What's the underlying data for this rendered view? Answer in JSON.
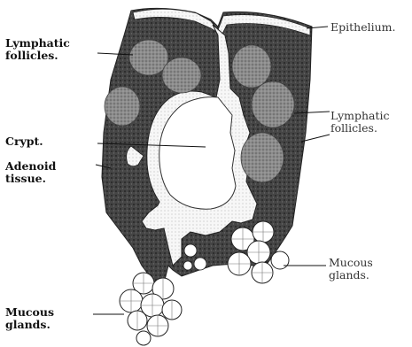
{
  "labels": {
    "lymphatic_left_1": "Lymphatic",
    "lymphatic_left_2": "follicles.",
    "crypt": "Crypt.",
    "adenoid_1": "Adenoid",
    "adenoid_2": "tissue.",
    "mucous_left_1": "Mucous",
    "mucous_left_2": "glands.",
    "epithelium": "Epithelium.",
    "lymphatic_right_1": "Lymphatic",
    "lymphatic_right_2": "follicles.",
    "mucous_right_1": "Mucous",
    "mucous_right_2": "glands."
  },
  "colors": {
    "tissue": "#3a3a3a",
    "epithelium": "#f6f6f6",
    "follicle": "#8a8a8a",
    "gland": "#ffffff",
    "ink": "#111111"
  }
}
